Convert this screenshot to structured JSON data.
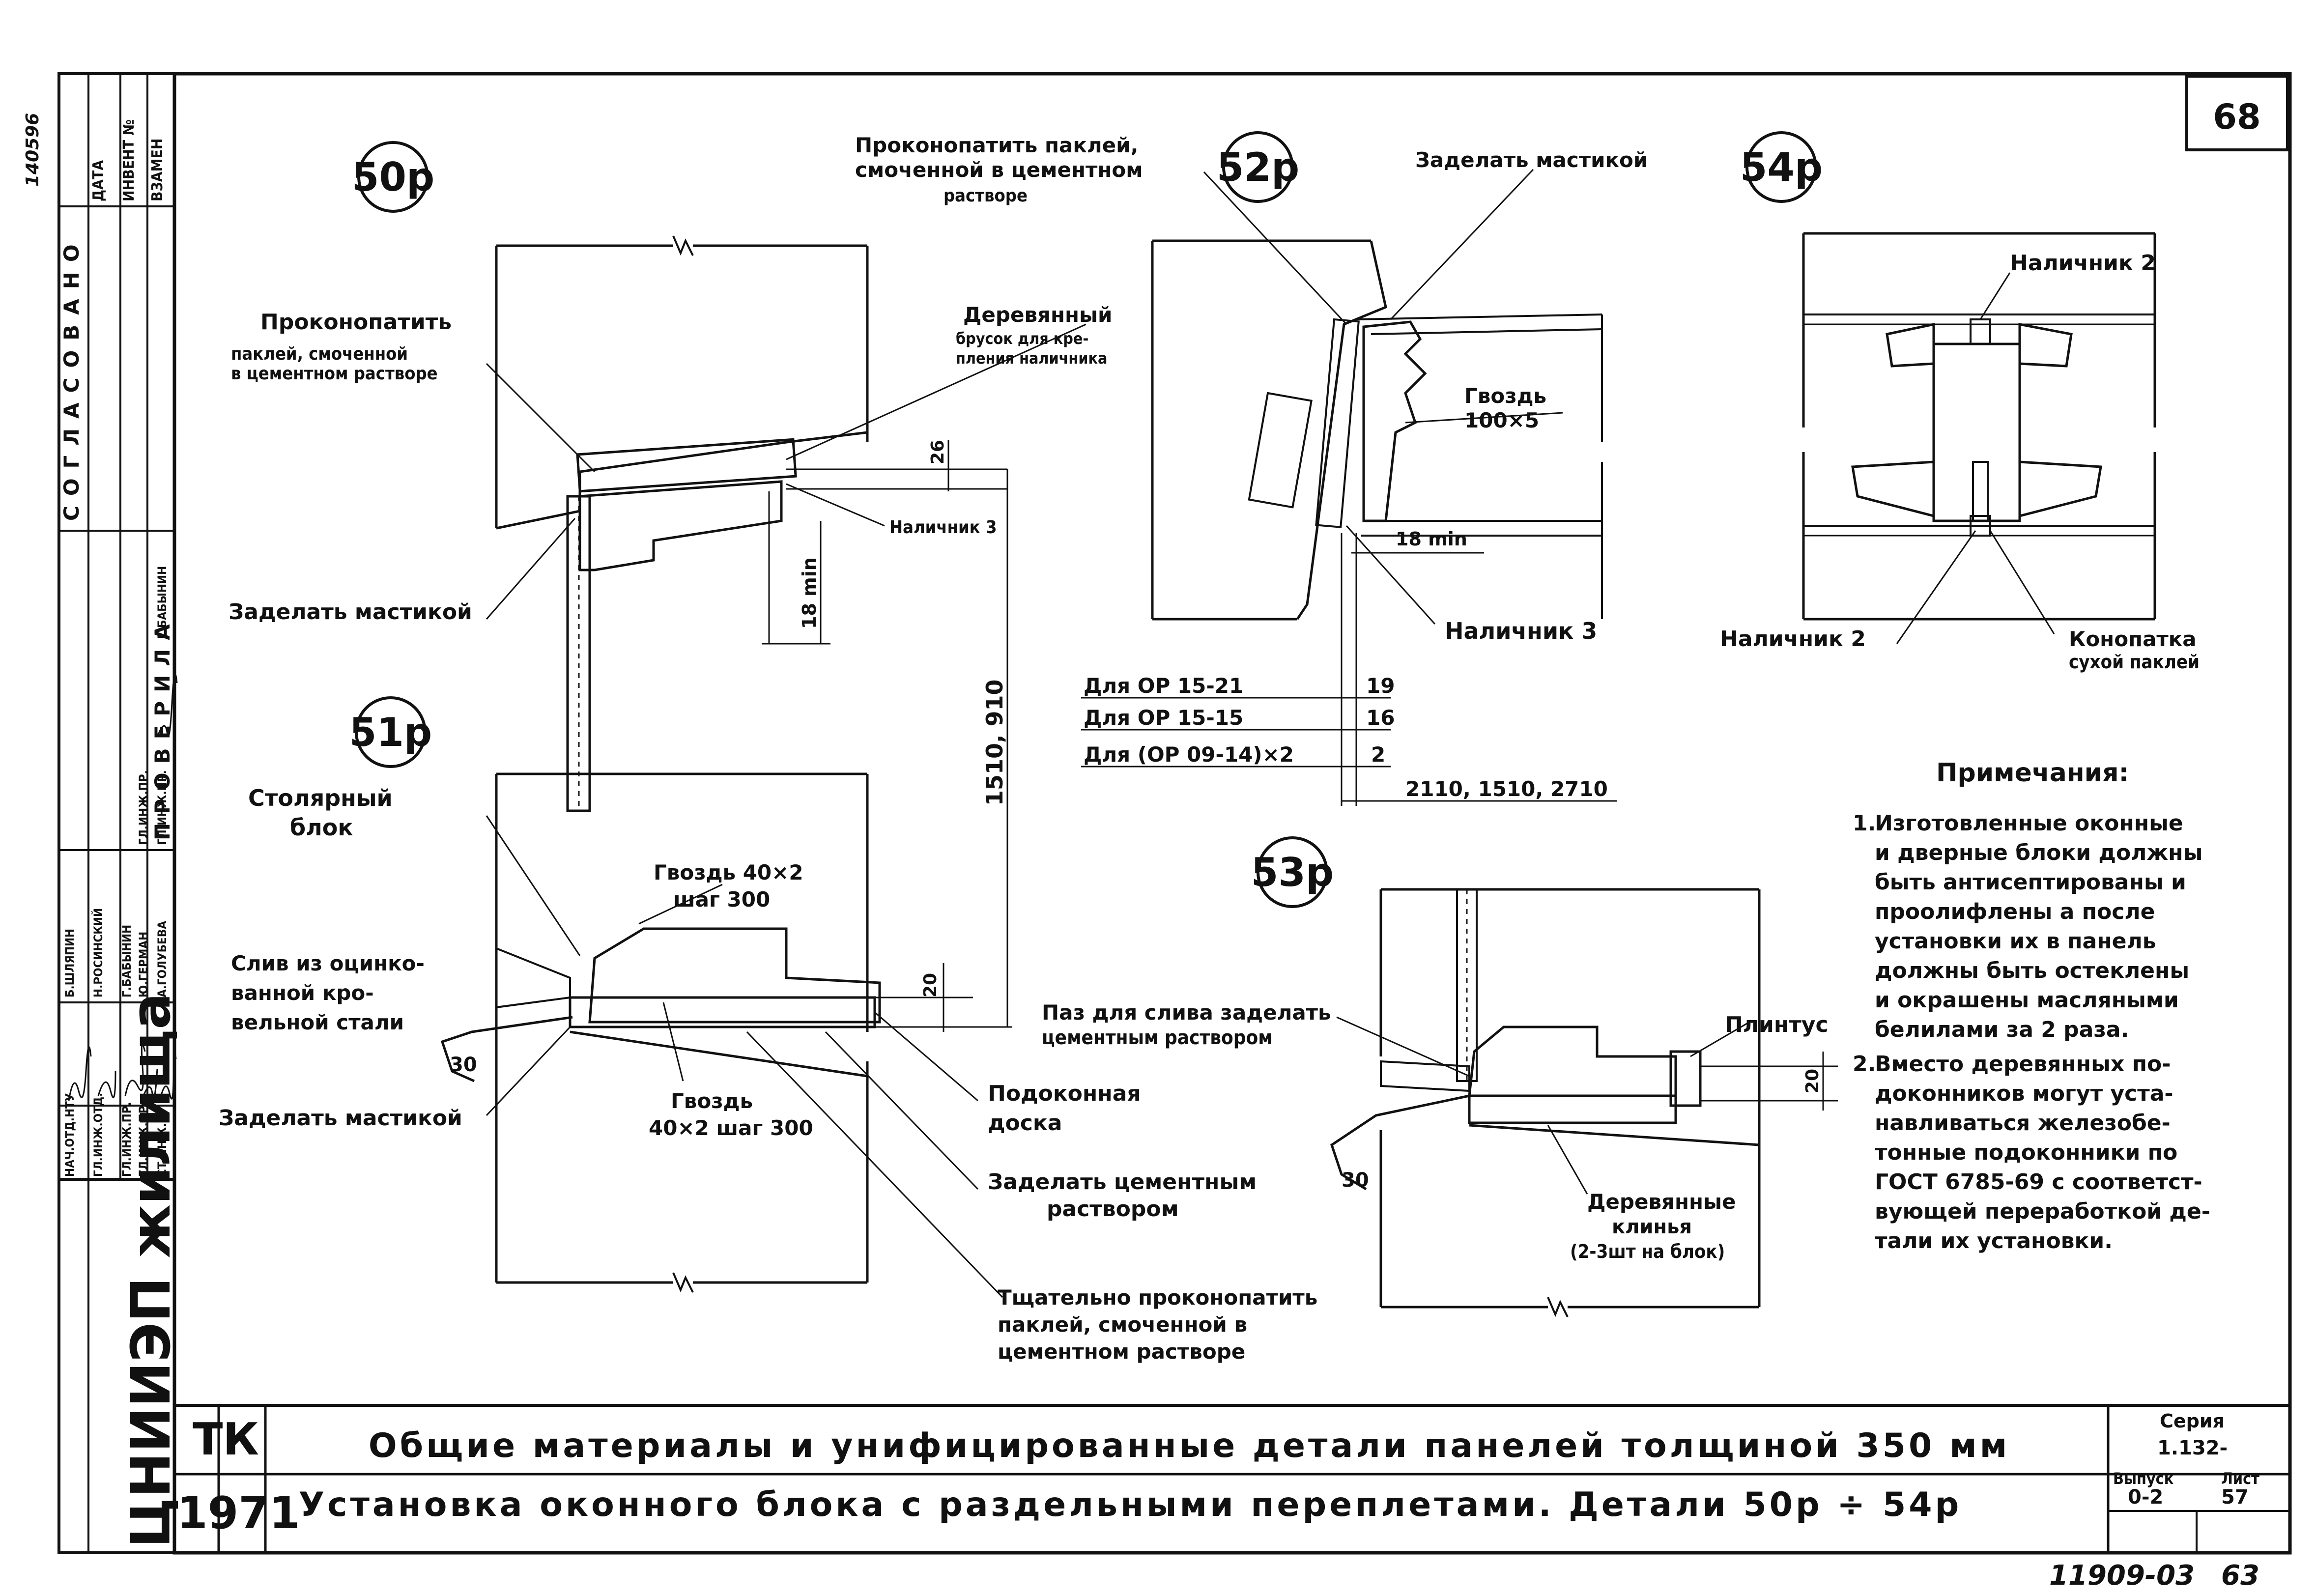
{
  "sheet": {
    "number": "68",
    "stamp_number": "140596",
    "footer_number": "11909-03",
    "footer_page": "63"
  },
  "left_stamp": {
    "org": "ЦНИИЭП жилища",
    "approved_header": "СОГЛАСОВАНО",
    "checked_header": "ПРОВЕРИЛА",
    "columns": [
      "ДАТА",
      "ИНВЕНТ №",
      "ВЗАМЕН"
    ],
    "roles": [
      "НАЧ.ОТД.НТУ",
      "ГЛ.ИНЖ.ОТД.",
      "ГЛ.ИНЖ.ПР.",
      "ГЛ.ИНЖ.ПР.",
      "СТ.ИНЖ."
    ],
    "names": [
      "Б.ШЛЯПИН",
      "Н.РОСИНСКИЙ",
      "Г.БАБЫНИН",
      "Ю.ГЕРМАН",
      "А.ГОЛУБЕВА"
    ],
    "check_roles": [
      "ГЛ.ИНЖ.ПР.",
      "ГЛ.ИНЖ.ПР."
    ],
    "check_names": [
      "Г.БАБЫНИН"
    ]
  },
  "details": {
    "d50": {
      "badge": "50р",
      "label_caulk": [
        "Проконопатить",
        "паклей, смоченной",
        "в цементном растворе"
      ],
      "label_mastic": "Заделать мастикой",
      "label_block": [
        "Деревянный",
        "брусок для кре-",
        "пления наличника"
      ],
      "label_casing": "Наличник 3",
      "dim_26": "26",
      "dim_18": "18 min",
      "dim_height": "1510, 910"
    },
    "d51": {
      "badge": "51р",
      "label_joinery": [
        "Столярный",
        "блок"
      ],
      "label_nail": [
        "Гвоздь 40×2",
        "шаг 300"
      ],
      "label_drip": [
        "Слив из оцинко-",
        "ванной кро-",
        "вельной стали"
      ],
      "label_mastic": "Заделать мастикой",
      "label_nail2": [
        "Гвоздь",
        "40×2 шаг 300"
      ],
      "label_sill": [
        "Подоконная",
        "доска"
      ],
      "label_cement": [
        "Заделать цементным",
        "раствором"
      ],
      "label_caulk": [
        "Тщательно проконопатить",
        "паклей, смоченной в",
        "цементном растворе"
      ],
      "dim_20": "20",
      "dim_30": "30"
    },
    "d52": {
      "badge": "52р",
      "label_caulk": [
        "Проконопатить паклей,",
        "смоченной в цементном",
        "растворе"
      ],
      "label_mastic": "Заделать мастикой",
      "label_nail": [
        "Гвоздь",
        "100×5"
      ],
      "dim_18": "18 min",
      "label_casing": "Наличник 3",
      "table_rows": [
        {
          "label": "Для ОР 15-21",
          "value": "19"
        },
        {
          "label": "Для ОР 15-15",
          "value": "16"
        },
        {
          "label": "Для (ОР 09-14)×2",
          "value": "2"
        }
      ],
      "table_widths": "2110, 1510, 2710"
    },
    "d53": {
      "badge": "53р",
      "label_groove": [
        "Паз для слива заделать",
        "цементным раствором"
      ],
      "label_plinth": "Плинтус",
      "dim_20": "20",
      "dim_30": "30",
      "label_wedges": [
        "Деревянные",
        "клинья",
        "(2-3шт на блок)"
      ]
    },
    "d54": {
      "badge": "54р",
      "label_casing_top": "Наличник 2",
      "label_casing_bottom": "Наличник 2",
      "label_tow": [
        "Конопатка",
        "сухой паклей"
      ]
    }
  },
  "notes": {
    "title": "Примечания:",
    "items": [
      {
        "num": "1.",
        "lines": [
          "Изготовленные оконные",
          "и дверные блоки должны",
          "быть антисептированы и",
          "проолифлены а после",
          "установки их в панель",
          "должны быть остеклены",
          "и окрашены масляными",
          "белилами за 2 раза."
        ]
      },
      {
        "num": "2.",
        "lines": [
          "Вместо деревянных по-",
          "доконников могут уста-",
          "навливаться железобе-",
          "тонные подоконники по",
          "ГОСТ 6785-69 с соответст-",
          "вующей переработкой де-",
          "тали их установки."
        ]
      }
    ]
  },
  "title_block": {
    "code": "ТК",
    "year": "1971",
    "title": "Общие материалы и унифицированные детали панелей толщиной 350 мм",
    "subtitle": "Установка оконного блока с раздельными переплетами. Детали 50р ÷ 54р",
    "series_label": "Серия",
    "series_value": "1.132-",
    "issue_label": "Выпуск",
    "sheet_label": "Лист",
    "issue_value": "0-2",
    "sheet_value": "57"
  }
}
